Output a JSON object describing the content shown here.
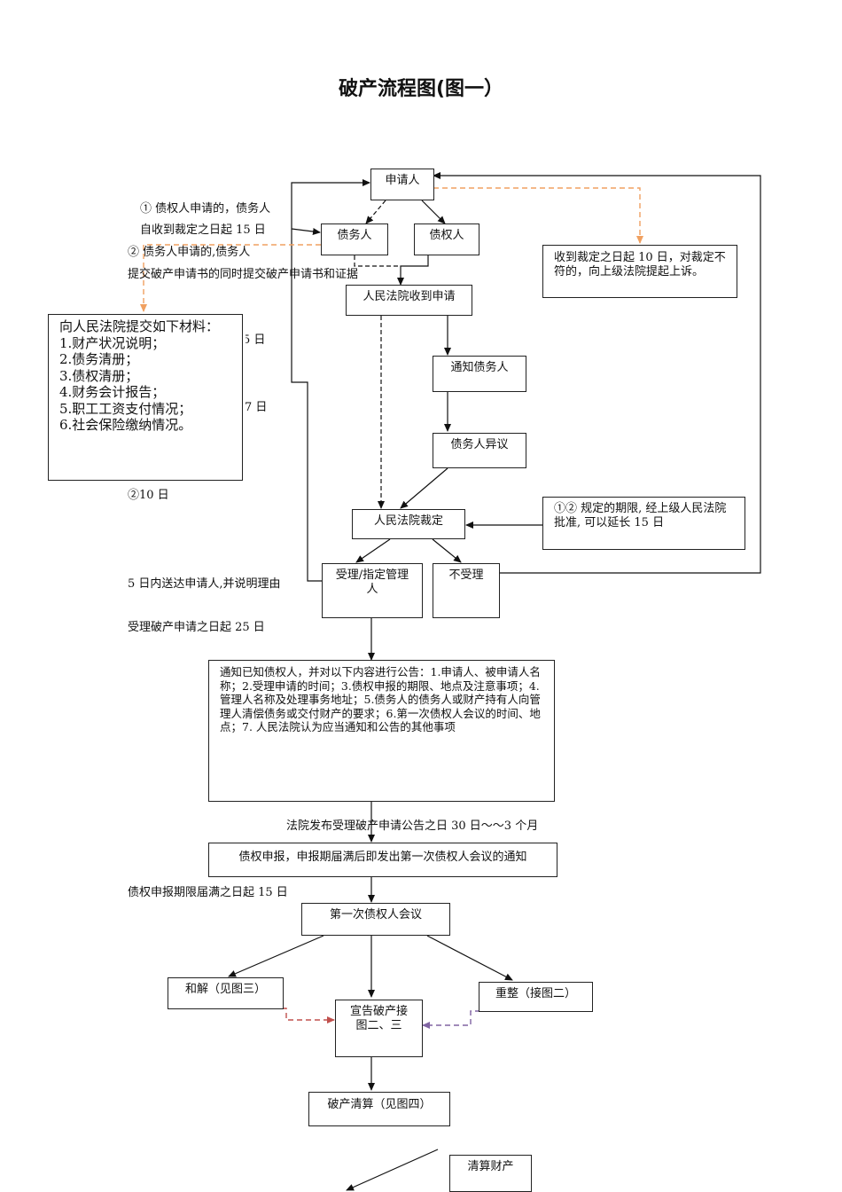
{
  "title": "破产流程图(图一）",
  "nodes": {
    "applicant": "申请人",
    "debtor": "债务人",
    "creditor": "债权人",
    "court_receive": "人民法院收到申请",
    "notify_debtor": "通知债务人",
    "debtor_objection": "债务人异议",
    "court_ruling": "人民法院裁定",
    "accept": "受理/指定管理人",
    "reject": "不受理",
    "appeal": "收到裁定之日起 10 日，对裁定不符的，向上级法院提起上诉。",
    "extend": "①② 规定的期限, 经上级人民法院批准, 可以延长 15 日",
    "notice": "通知已知债权人，并对以下内容进行公告：1.申请人、被申请人名称；2.受理申请的时间；3.债权申报的期限、地点及注意事项；4.管理人名称及处理事务地址；5.债务人的债务人或财产持有人向管理人清偿债务或交付财产的要求；6.第一次债权人会议的时间、地点；7. 人民法院认为应当通知和公告的其他事项",
    "claim_filing": "债权申报，申报期届满后即发出第一次债权人会议的通知",
    "first_meeting": "第一次债权人会议",
    "settlement": "和解（见图三）",
    "reorganization": "重整（接图二）",
    "declare_bankruptcy": "宣告破产接图二、三",
    "liquidation": "破产清算（见图四）",
    "clear_assets": "清算财产"
  },
  "materials": {
    "heading": "向人民法院提交如下材料：",
    "items": [
      "1.财产状况说明；",
      "2.债务清册；",
      "3.债权清册；",
      "4.财务会计报告；",
      "5.职工工资支付情况；",
      "6.社会保险缴纳情况。"
    ]
  },
  "notes": {
    "n1_line1": "① 债权人申请的，债务人",
    "n1_line2": "自收到裁定之日起 15 日",
    "n2_line1": "② 债务人申请的,债务人",
    "n2_line2": "提交破产申请书的同时提交破产申请书和证据",
    "hidden_5": "5 日",
    "hidden_7": "7 日",
    "ten_days": "②10 日",
    "five_days_notice": "5 日内送达申请人,并说明理由",
    "twenty_five_days": "受理破产申请之日起 25 日",
    "thirty_days": "法院发布受理破产申请公告之日 30 日～～3 个月",
    "fifteen_days": "债权申报期限届满之日起 15 日"
  },
  "colors": {
    "line": "#111111",
    "orange_dash": "#f0a060",
    "red_dash": "#c0504d",
    "purple_dash": "#8064a2"
  }
}
